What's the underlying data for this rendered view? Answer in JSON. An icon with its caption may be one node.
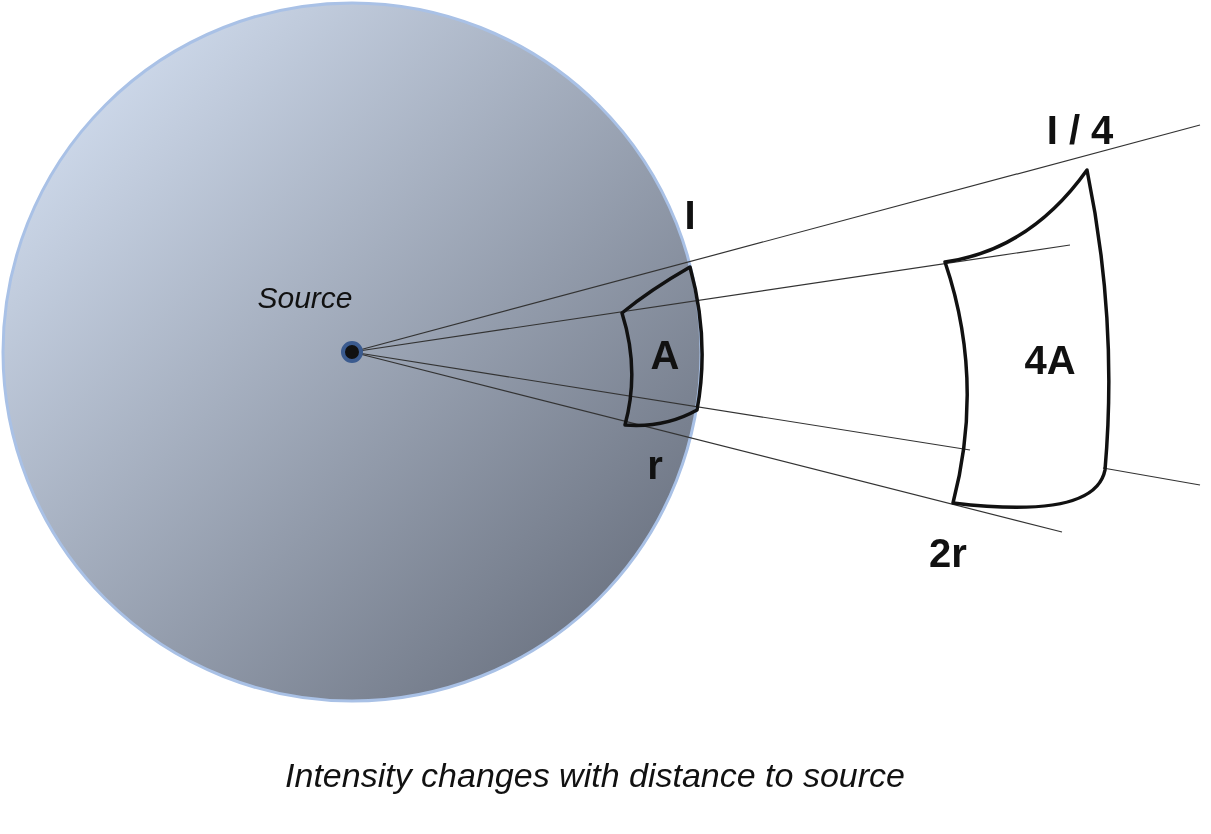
{
  "diagram": {
    "caption": "Intensity changes with distance to source",
    "nodes": [
      {
        "text": [
          "A"
        ]
      },
      {
        "text": [
          "4A"
        ]
      }
    ],
    "labels": [
      "I / 4",
      "I",
      "Source",
      "r",
      "2r"
    ]
  }
}
